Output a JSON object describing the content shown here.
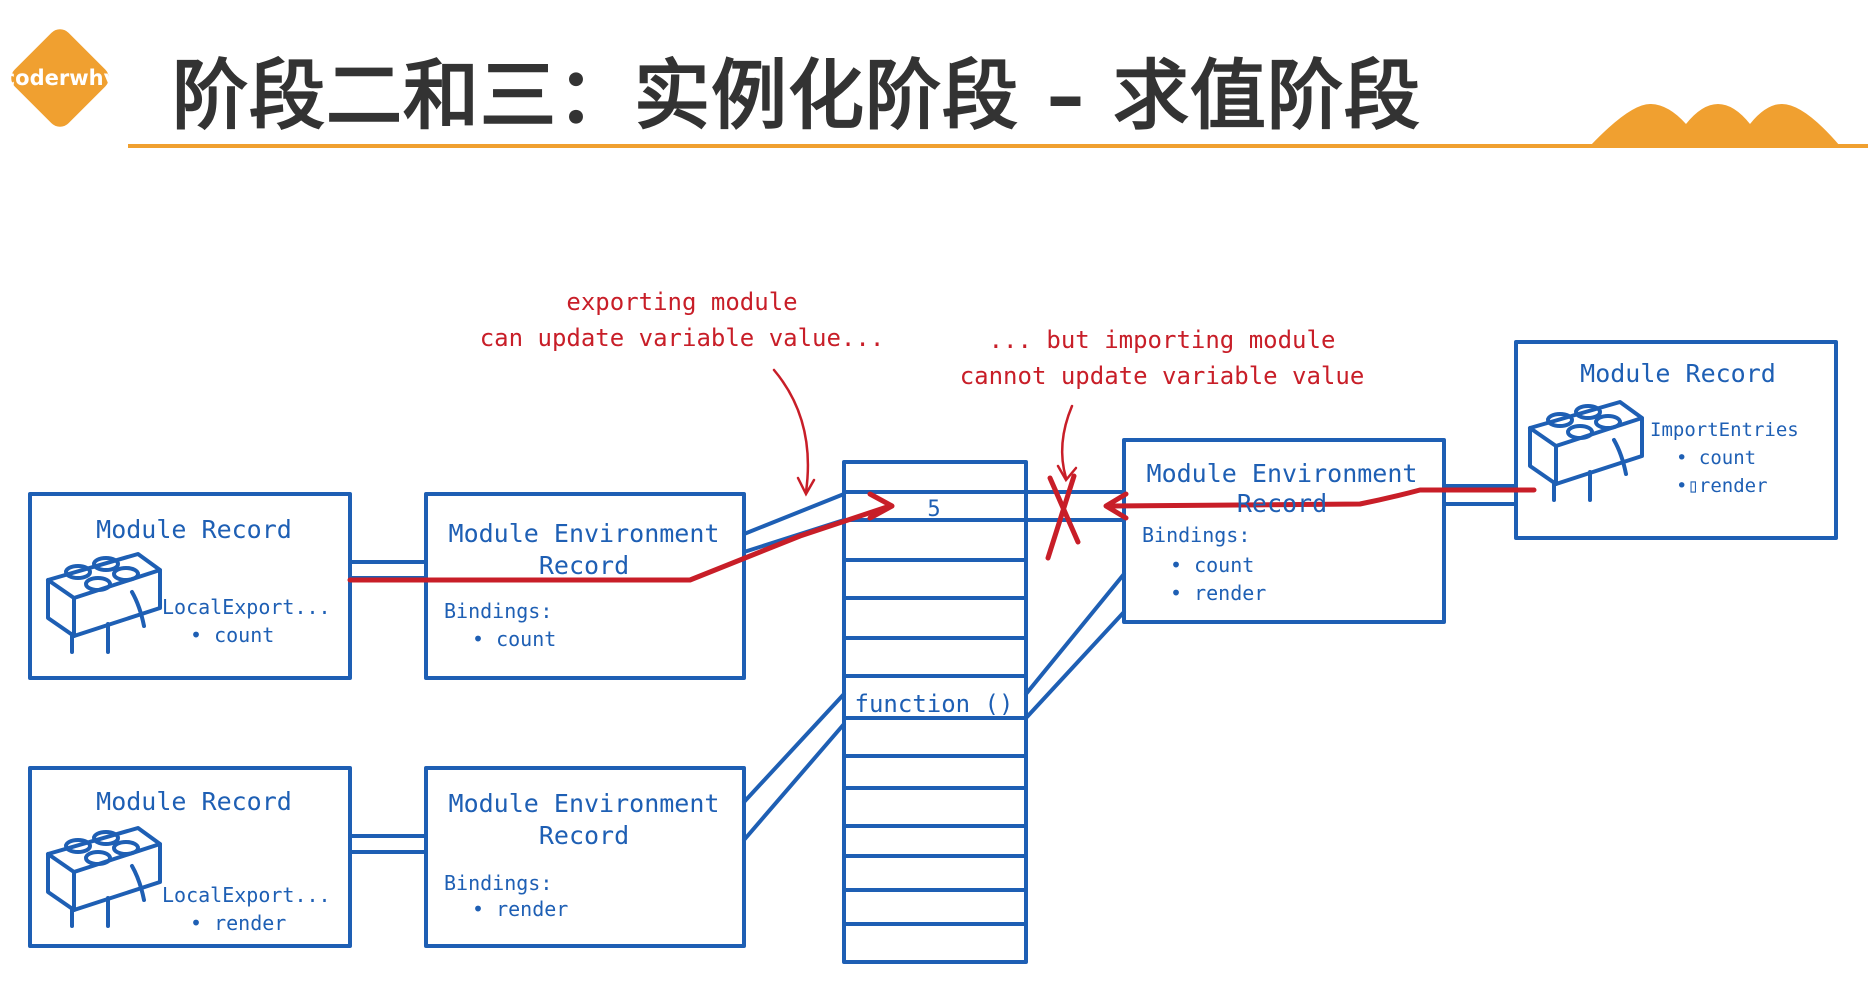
{
  "header": {
    "logo_text": "coderwhy",
    "title": "阶段二和三：实例化阶段 – 求值阶段",
    "accent_color": "#f0a030"
  },
  "diagram": {
    "annotations": {
      "exporting_line1": "exporting module",
      "exporting_line2": "can update variable value...",
      "importing_line1": "... but importing module",
      "importing_line2": "cannot update variable value"
    },
    "module_record_top": {
      "title": "Module Record",
      "label": "LocalExport...",
      "item": "• count"
    },
    "env_record_top": {
      "title_line1": "Module Environment",
      "title_line2": "Record",
      "bindings_label": "Bindings:",
      "item": "• count"
    },
    "module_record_bottom": {
      "title": "Module Record",
      "label": "LocalExport...",
      "item": "• render"
    },
    "env_record_bottom": {
      "title_line1": "Module Environment",
      "title_line2": "Record",
      "bindings_label": "Bindings:",
      "item": "• render"
    },
    "memory": {
      "value_cell": "5",
      "function_cell": "function ()"
    },
    "env_record_right": {
      "title_line1": "Module Environment",
      "title_line2": "Record",
      "bindings_label": "Bindings:",
      "item1": "• count",
      "item2": "• render"
    },
    "module_record_right": {
      "title": "Module Record",
      "label": "ImportEntries",
      "item1": "• count",
      "item2": "•▯render"
    },
    "colors": {
      "box_blue": "#1e5fb4",
      "arrow_red": "#c81e28"
    }
  }
}
